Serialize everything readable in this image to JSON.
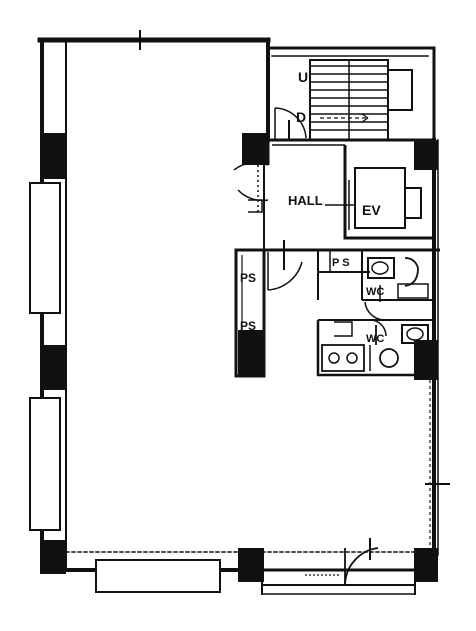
{
  "labels": {
    "hall": "HALL",
    "ev": "EV",
    "ps_top": "P S",
    "ps_left_1": "PS",
    "ps_left_2": "PS",
    "wc_1": "WC",
    "wc_2": "WC",
    "stair_up": "U",
    "stair_down": "D"
  }
}
